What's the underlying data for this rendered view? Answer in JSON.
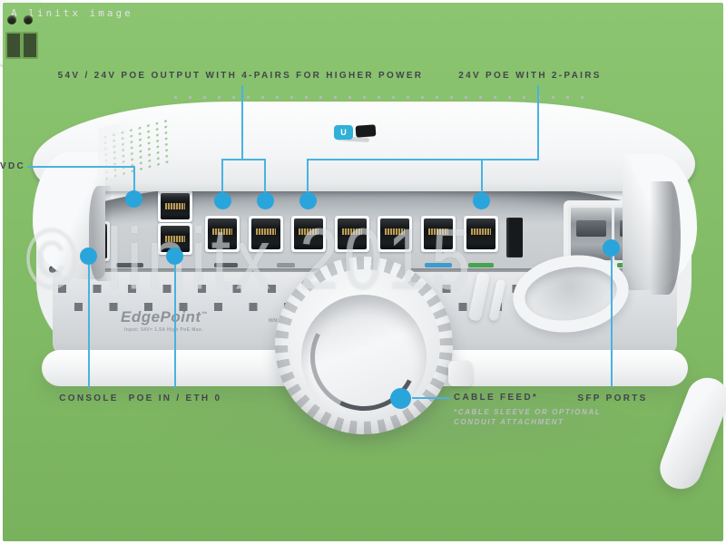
{
  "credit": "A linitx image",
  "watermark": "© linitx 2015",
  "labels": {
    "poe_out": "54V / 24V POE OUTPUT WITH 4-PAIRS FOR HIGHER POWER",
    "poe_24v": "24V POE WITH 2-PAIRS",
    "vdc": "VDC",
    "console": "CONSOLE",
    "poe_in": "POE IN / ETH 0",
    "cable_feed": "CABLE FEED*",
    "cable_feed_note_1": "*CABLE SLEEVE OR OPTIONAL",
    "cable_feed_note_2": "CONDUIT ATTACHMENT",
    "sfp": "SFP PORTS"
  },
  "device": {
    "brand": "EdgePoint",
    "trademark": "™",
    "spec": "Input: 54V= 1.5A High PoE Max.",
    "model": "M/N: EP-R8",
    "logo_letter": "U"
  },
  "ports": {
    "ethernet_row_count": 7,
    "stacked_pair_count": 2,
    "console_count": 1,
    "sfp_count": 2,
    "terminal_screw_count": 2
  },
  "colors": {
    "callout_line": "#49b2e2",
    "callout_dot": "#29a5dc",
    "label_text": "#41464c",
    "note_text": "#babec2",
    "terminal_green": "#8cc571",
    "led_green": "#49a24f",
    "led_blue": "#3f9bcd",
    "led_dark": "#565b60",
    "logo_blue": "#2fb1d8"
  }
}
